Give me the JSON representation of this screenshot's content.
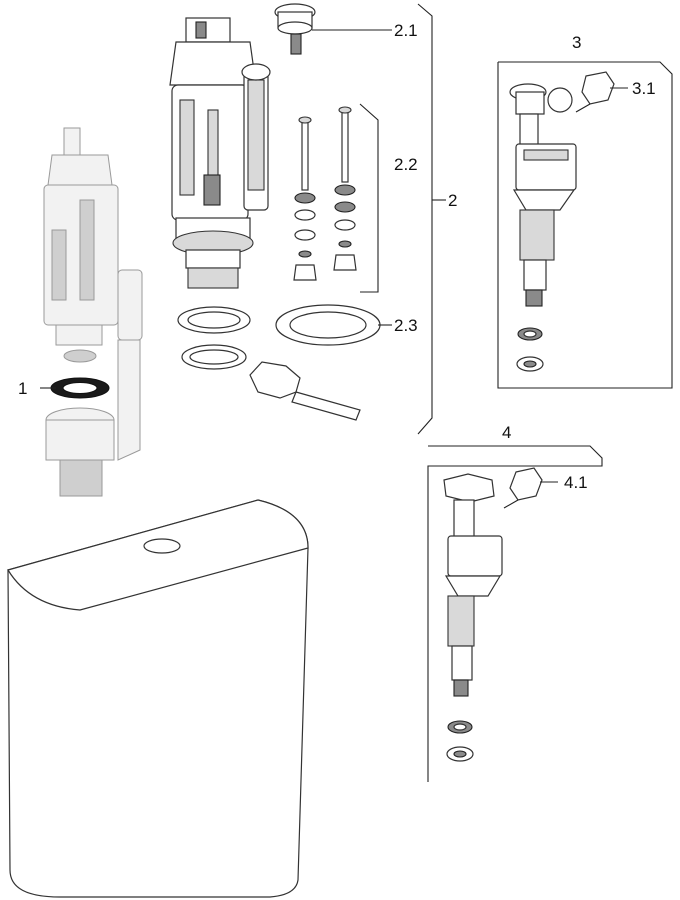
{
  "callouts": {
    "c1": "1",
    "c2": "2",
    "c2_1": "2.1",
    "c2_2": "2.2",
    "c2_3": "2.3",
    "c3": "3",
    "c3_1": "3.1",
    "c4": "4",
    "c4_1": "4.1"
  }
}
